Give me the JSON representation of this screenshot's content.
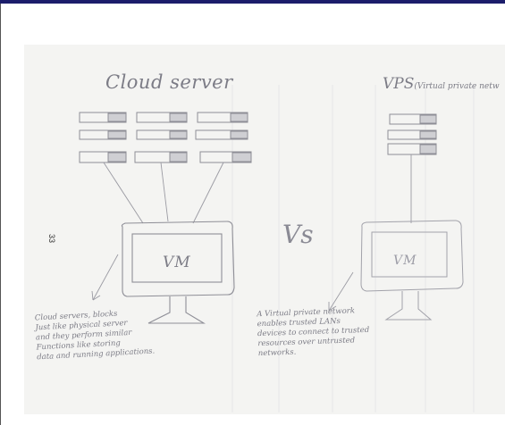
{
  "sketch": {
    "left_title": "Cloud server",
    "right_title_main": "VPS",
    "right_title_paren": "(Virtual private netw",
    "vs_label": "Vs",
    "left_monitor_label": "VM",
    "right_monitor_label": "VM",
    "page_number": "33",
    "left_note": [
      "Cloud servers, blocks",
      "Just like physical server",
      "and they perform similar",
      "Functions like storing",
      "data and running applications."
    ],
    "right_note": [
      "A Virtual private network",
      "enables trusted LANs",
      "devices to connect to trusted",
      "resources over untrusted",
      "networks."
    ]
  },
  "colors": {
    "pencil": "#8e8e96",
    "paper": "#f4f4f2",
    "top_bar": "#1c1d6b"
  }
}
